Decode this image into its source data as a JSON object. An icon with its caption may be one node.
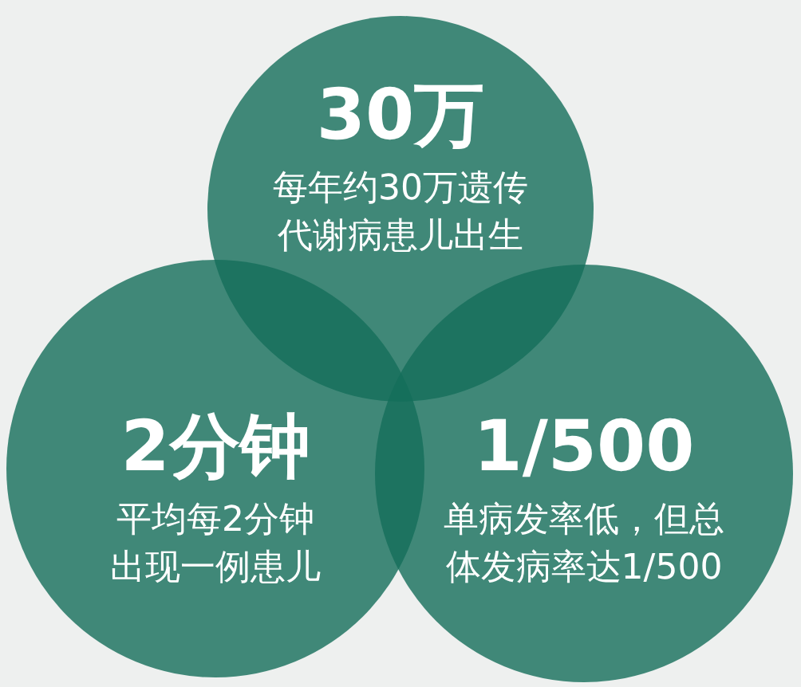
{
  "diagram": {
    "nodes": [
      {
        "text": [
          "30万",
          "每年约30万遗传代谢病患儿出生"
        ]
      },
      {
        "text": [
          "2分钟",
          "平均每2分钟出现一例患儿"
        ]
      },
      {
        "text": [
          "1/500",
          "单病发率低，但总体发病率达1/500"
        ]
      }
    ]
  }
}
